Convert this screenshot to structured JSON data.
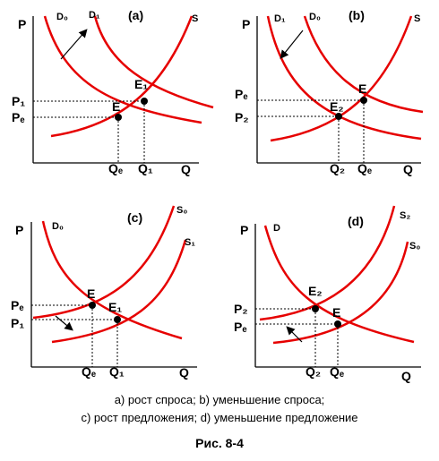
{
  "panels": [
    {
      "letter": "(a)",
      "axis": {
        "y": "P",
        "x": "Q"
      },
      "curves": [
        {
          "label": "D₀",
          "sub": ""
        },
        {
          "label": "D₁",
          "sub": ""
        },
        {
          "label": "S",
          "sub": ""
        }
      ],
      "points": [
        {
          "label": "E"
        },
        {
          "label": "E₁"
        }
      ],
      "price_ticks": [
        "P₁",
        "Pₑ"
      ],
      "qty_ticks": [
        "Qₑ",
        "Q₁"
      ],
      "shift": "demand increase"
    },
    {
      "letter": "(b)",
      "axis": {
        "y": "P",
        "x": "Q"
      },
      "curves": [
        {
          "label": "D₁"
        },
        {
          "label": "D₀"
        },
        {
          "label": "S"
        }
      ],
      "points": [
        {
          "label": "E"
        },
        {
          "label": "E₂"
        }
      ],
      "price_ticks": [
        "Pₑ",
        "P₂"
      ],
      "qty_ticks": [
        "Q₂",
        "Qₑ"
      ],
      "shift": "demand decrease"
    },
    {
      "letter": "(c)",
      "axis": {
        "y": "P",
        "x": "Q"
      },
      "curves": [
        {
          "label": "D₀"
        },
        {
          "label": "S₀"
        },
        {
          "label": "S₁"
        }
      ],
      "points": [
        {
          "label": "E"
        },
        {
          "label": "E₁"
        }
      ],
      "price_ticks": [
        "Pₑ",
        "P₁"
      ],
      "qty_ticks": [
        "Qₑ",
        "Q₁"
      ],
      "shift": "supply increase"
    },
    {
      "letter": "(d)",
      "axis": {
        "y": "P",
        "x": "Q"
      },
      "curves": [
        {
          "label": "D"
        },
        {
          "label": "S₂"
        },
        {
          "label": "S₀"
        }
      ],
      "points": [
        {
          "label": "E₂"
        },
        {
          "label": "E"
        }
      ],
      "price_ticks": [
        "P₂",
        "Pₑ"
      ],
      "qty_ticks": [
        "Q₂",
        "Qₑ"
      ],
      "shift": "supply decrease"
    }
  ],
  "caption_line1": "a) рост спроса; b) уменьшение спроса;",
  "caption_line2": "c) рост предложения; d) уменьшение предложение",
  "figure_caption": "Рис. 8-4",
  "colors": {
    "curve": "#e60000",
    "axis": "#000000",
    "guide": "#000000"
  }
}
